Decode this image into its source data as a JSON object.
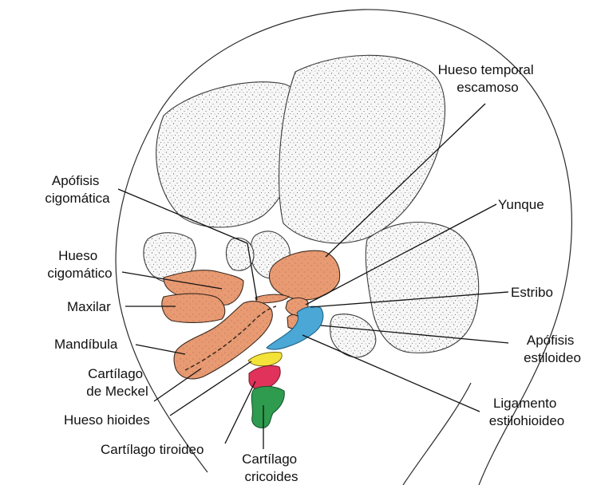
{
  "colors": {
    "bone_stippled": "#f4f4f4",
    "temporal_orange": "#e89a72",
    "stapes_blue": "#4aa7d6",
    "hyoid_yellow": "#f3e23a",
    "thyroid_red": "#e0325a",
    "cricoid_green": "#2e9b4f",
    "line": "#111111"
  },
  "labels": {
    "temporal": [
      "Hueso temporal",
      "escamoso"
    ],
    "zygomatic_process": [
      "Apófisis",
      "cigomática"
    ],
    "incus": [
      "Yunque"
    ],
    "zygomatic_bone": [
      "Hueso",
      "cigomático"
    ],
    "maxilla": [
      "Maxilar"
    ],
    "stapes": [
      "Estribo"
    ],
    "mandible": [
      "Mandíbula"
    ],
    "styloid": [
      "Apófisis",
      "estiloideo"
    ],
    "meckel": [
      "Cartílago",
      "de Meckel"
    ],
    "hyoid": [
      "Hueso hioides"
    ],
    "stylohyoid_ligament": [
      "Ligamento",
      "estilohioideo"
    ],
    "thyroid": [
      "Cartílago tiroideo"
    ],
    "cricoid": [
      "Cartílago",
      "cricoides"
    ]
  }
}
